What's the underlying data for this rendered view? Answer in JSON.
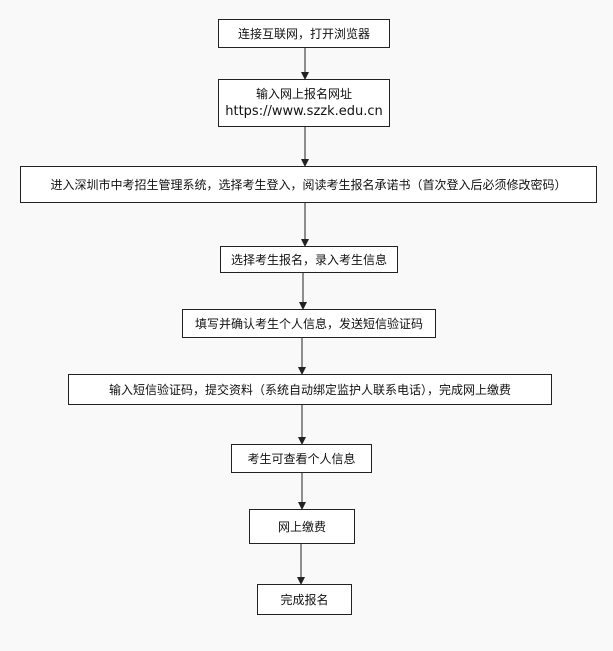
{
  "flowchart": {
    "steps": [
      {
        "id": "s1",
        "lines": [
          "连接互联网，打开浏览器"
        ]
      },
      {
        "id": "s2",
        "lines": [
          "输入网上报名网址",
          "https://www.szzk.edu.cn"
        ]
      },
      {
        "id": "s3",
        "lines": [
          "进入深圳市中考招生管理系统，选择考生登入，阅读考生报名承诺书（首次登入后必须修改密码）"
        ]
      },
      {
        "id": "s4",
        "lines": [
          "选择考生报名，录入考生信息"
        ]
      },
      {
        "id": "s5",
        "lines": [
          "填写并确认考生个人信息，发送短信验证码"
        ]
      },
      {
        "id": "s6",
        "lines": [
          "输入短信验证码，提交资料（系统自动绑定监护人联系电话），完成网上缴费"
        ]
      },
      {
        "id": "s7",
        "lines": [
          "考生可查看个人信息"
        ]
      },
      {
        "id": "s8",
        "lines": [
          "网上缴费"
        ]
      },
      {
        "id": "s9",
        "lines": [
          "完成报名"
        ]
      }
    ],
    "edges": [
      {
        "from": "s1",
        "to": "s2"
      },
      {
        "from": "s2",
        "to": "s3"
      },
      {
        "from": "s3",
        "to": "s4"
      },
      {
        "from": "s4",
        "to": "s5"
      },
      {
        "from": "s5",
        "to": "s6"
      },
      {
        "from": "s6",
        "to": "s7"
      },
      {
        "from": "s7",
        "to": "s8"
      },
      {
        "from": "s8",
        "to": "s9"
      }
    ]
  }
}
